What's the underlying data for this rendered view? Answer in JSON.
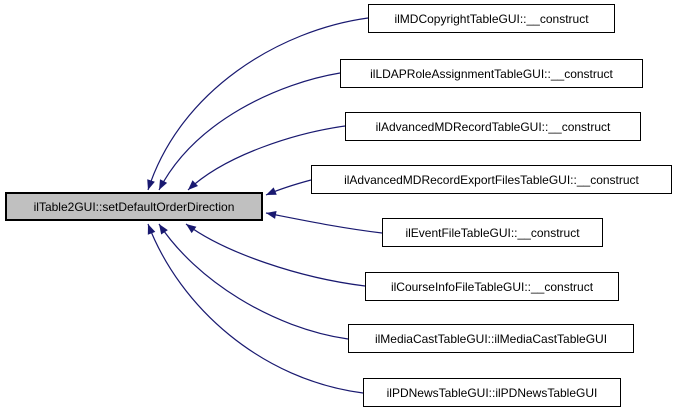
{
  "graph": {
    "type": "call-graph",
    "central": {
      "label": "ilTable2GUI::setDefaultOrderDirection"
    },
    "callers": [
      {
        "label": "ilMDCopyrightTableGUI::__construct"
      },
      {
        "label": "ilLDAPRoleAssignmentTableGUI::__construct"
      },
      {
        "label": "ilAdvancedMDRecordTableGUI::__construct"
      },
      {
        "label": "ilAdvancedMDRecordExportFilesTableGUI::__construct"
      },
      {
        "label": "ilEventFileTableGUI::__construct"
      },
      {
        "label": "ilCourseInfoFileTableGUI::__construct"
      },
      {
        "label": "ilMediaCastTableGUI::ilMediaCastTableGUI"
      },
      {
        "label": "ilPDNewsTableGUI::ilPDNewsTableGUI"
      }
    ],
    "colors": {
      "edge": "#191970",
      "node_border": "#000000",
      "central_fill": "#c0c0c0",
      "caller_fill": "#ffffff",
      "background": "#ffffff",
      "text": "#000000"
    }
  }
}
